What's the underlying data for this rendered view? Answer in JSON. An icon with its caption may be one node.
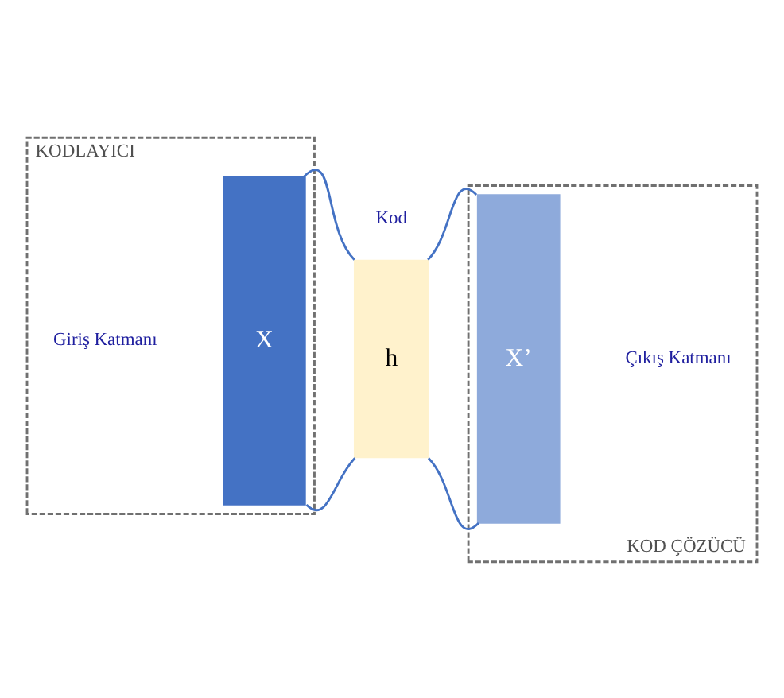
{
  "diagram": {
    "nodes": [
      {
        "text": [
          "KODLAYICI"
        ]
      },
      {
        "text": [
          "KOD ÇÖZÜCÜ"
        ]
      },
      {
        "text": [
          "X"
        ],
        "in": 0,
        "beside": [
          "Giriş Katmanı"
        ]
      },
      {
        "text": [
          "h"
        ],
        "beside": [
          "Kod"
        ]
      },
      {
        "text": [
          "X’"
        ],
        "in": 1,
        "beside": [
          "Çıkış Katmanı"
        ]
      }
    ],
    "edges": [
      {
        "from": 2,
        "to": 3,
        "arrow": "none"
      },
      {
        "from": 2,
        "to": 3,
        "arrow": "none"
      },
      {
        "from": 3,
        "to": 4,
        "arrow": "none"
      },
      {
        "from": 3,
        "to": 4,
        "arrow": "none"
      }
    ]
  }
}
